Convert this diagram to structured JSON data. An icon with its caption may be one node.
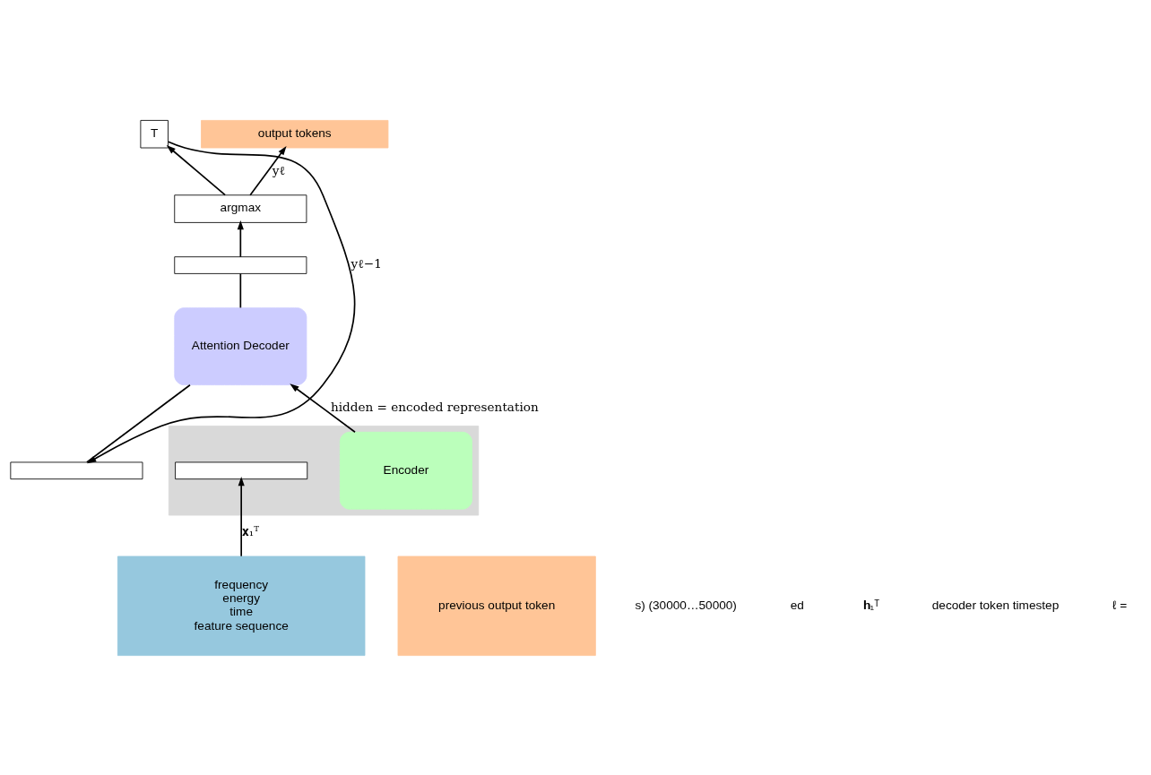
{
  "diagram": {
    "nodes": [
      {
        "text": [],
        "shape": "box"
      },
      {
        "text": [
          "Encoder"
        ],
        "in": 0
      },
      {
        "text": [],
        "shape": "bar",
        "in": 0
      },
      {
        "text": [
          "frequency",
          "energy",
          "time",
          "feature sequence"
        ]
      },
      {
        "text": [
          "argmax"
        ]
      },
      {
        "text": [],
        "shape": "bar"
      },
      {
        "text": [
          "Attention Decoder"
        ]
      },
      {
        "text": [],
        "shape": "bar"
      },
      {
        "text": [
          "T"
        ]
      },
      {
        "text": [
          "output tokens"
        ]
      },
      {
        "text": [
          "previous output token"
        ]
      }
    ],
    "edges": [
      {
        "from": 3,
        "to": 2,
        "arrow": "to",
        "label": "𝐱₁ᵀ"
      },
      {
        "from": 1,
        "to": 6,
        "arrow": "to",
        "label": "hidden = encoded representation"
      },
      {
        "from": 7,
        "to": 6,
        "arrow": "none"
      },
      {
        "from": 6,
        "to": 5,
        "arrow": "none"
      },
      {
        "from": 5,
        "to": 4,
        "arrow": "to"
      },
      {
        "from": 4,
        "to": 9,
        "arrow": "to",
        "label": "yℓ"
      },
      {
        "from": 4,
        "to": 8,
        "arrow": "to"
      },
      {
        "from": 8,
        "to": 7,
        "arrow": "to",
        "label": "yℓ−1"
      }
    ],
    "labels": [
      "s) (30000…50000)",
      "ed",
      "𝐡₁ᵀ",
      "decoder token timestep",
      "ℓ ="
    ]
  }
}
